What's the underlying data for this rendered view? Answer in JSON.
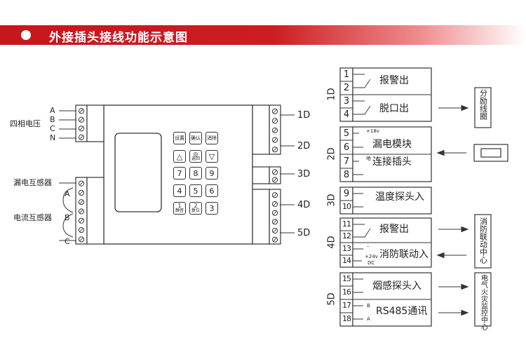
{
  "header": {
    "title": "外接插头接线功能示意图"
  },
  "left": {
    "phase_letters": [
      "A",
      "B",
      "C",
      "N"
    ],
    "phase_label": "四相电压",
    "leak_label": "漏电互感器",
    "current_label": "电流互感器",
    "current_letters": [
      "A",
      "B",
      "C"
    ]
  },
  "ports": [
    "1D",
    "2D",
    "3D",
    "4D",
    "5D"
  ],
  "keys": {
    "top": [
      "设置",
      "确认",
      "消除"
    ],
    "row1": [
      "△",
      "◎",
      "▽"
    ],
    "row2": [
      "7",
      "8",
      "9"
    ],
    "row3": [
      "4",
      "5",
      "6"
    ],
    "row4": [
      "1",
      "2",
      "3"
    ],
    "row1_mid_sub": "返回",
    "row4_sub1": "静音",
    "row4_sub2": "复位"
  },
  "terminals": {
    "groups": [
      "1D",
      "2D",
      "3D",
      "4D",
      "5D"
    ],
    "numbers": [
      "1",
      "2",
      "3",
      "4",
      "5",
      "6",
      "7",
      "8",
      "9",
      "10",
      "11",
      "12",
      "13",
      "14",
      "15",
      "16",
      "17",
      "18"
    ],
    "funcs": [
      "报警出",
      "脱口出",
      "漏电模块",
      "连接插头",
      "温度探头入",
      "报警出",
      "消防联动入",
      "烟感探头入",
      "RS485通讯"
    ],
    "tiny": {
      "v18": "+18v",
      "ground": "地",
      "dash": "–",
      "v24": "+24v",
      "dc": "DC",
      "b": "B",
      "a": "A"
    }
  },
  "devices": {
    "trip": "分励线圈",
    "fire_link": "消防联动中心",
    "fire_alarm": "电气火灾监控中心"
  }
}
